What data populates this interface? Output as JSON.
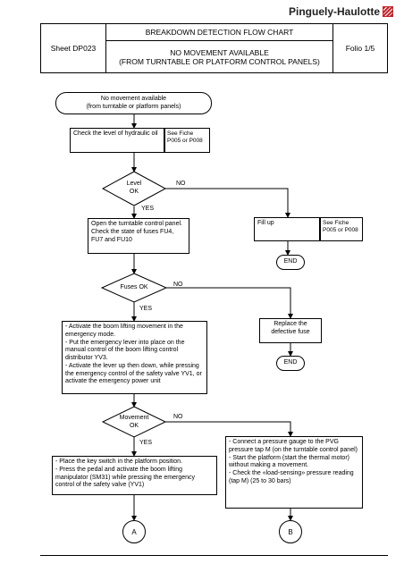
{
  "brand": "Pinguely-Haulotte",
  "header": {
    "sheet": "Sheet DP023",
    "title": "BREAKDOWN DETECTION FLOW CHART",
    "subtitle_line1": "NO MOVEMENT AVAILABLE",
    "subtitle_line2": "(FROM TURNTABLE OR PLATFORM CONTROL PANELS)",
    "folio": "Folio 1/5"
  },
  "flow": {
    "start_line1": "No movement available",
    "start_line2": "(from turntable or platform panels)",
    "check_oil": "Check the level of hydraulic oil",
    "ref_p005_p008_a": "See Fiche P005 or P008",
    "decision_level_line1": "Level",
    "decision_level_line2": "OK",
    "no_1": "NO",
    "yes_1": "YES",
    "open_panel": "Open the turntable control panel. Check the state of fuses FU4, FU7 and FU10",
    "fill_up": "Fill up",
    "ref_p005_p008_b": "See Fiche P005 or P008",
    "end_1": "END",
    "decision_fuses": "Fuses OK",
    "no_2": "NO",
    "yes_2": "YES",
    "activate_boom": "- Activate the boom lifting movement in the emergency mode.\n- Put the emergency lever into place on the manual control of the boom lifting control distributor YV3.\n- Activate the lever up then down, while pressing the emergency control of the safety valve YV1, or activate the emergency power unit",
    "replace_fuse_line1": "Replace the",
    "replace_fuse_line2": "defective fuse",
    "end_2": "END",
    "decision_movement_line1": "Movement",
    "decision_movement_line2": "OK",
    "no_3": "NO",
    "yes_3": "YES",
    "place_key": "- Place the key switch in the platform position.\n- Press the pedal and activate the boom lifting manipulator (SM31) while pressing the emergency control of the safety valve (YV1)",
    "pressure_gauge": "- Connect a pressure gauge to the PVG pressure tap M (on the turntable control panel)\n- Start the platform (start the thermal motor) without making a movement.\n- Check the «load-sensing» pressure reading (tap M) (25 to 30 bars)",
    "connector_a": "A",
    "connector_b": "B"
  }
}
